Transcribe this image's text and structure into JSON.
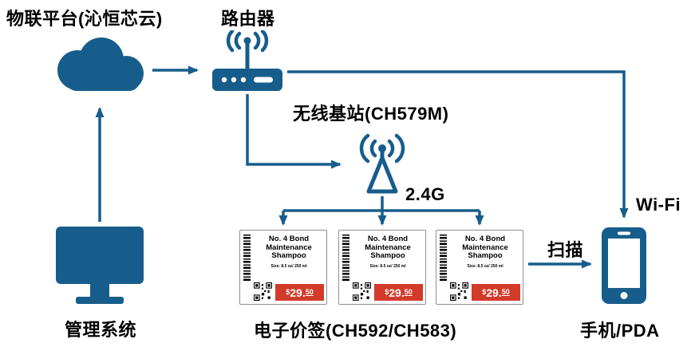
{
  "diagram": {
    "nodes": {
      "cloud_platform": {
        "label": "物联平台(沁恒芯云)"
      },
      "router": {
        "label": "路由器"
      },
      "base_station": {
        "label": "无线基站(CH579M)"
      },
      "management_system": {
        "label": "管理系统"
      },
      "price_tags": {
        "label": "电子价签(CH592/CH583)"
      },
      "phone": {
        "label": "手机/PDA"
      }
    },
    "edge_labels": {
      "wifi": "Wi-Fi",
      "rf_2_4g": "2.4G",
      "scan": "扫描"
    },
    "price_tag": {
      "title": "No. 4 Bond Maintenance Shampoo",
      "subtitle": "Size: 8.5 oz/ 250 ml",
      "currency": "$",
      "price_main": "29.",
      "price_cents": "50"
    },
    "colors": {
      "primary_blue": "#175d8c",
      "price_red": "#d23a2a"
    }
  }
}
